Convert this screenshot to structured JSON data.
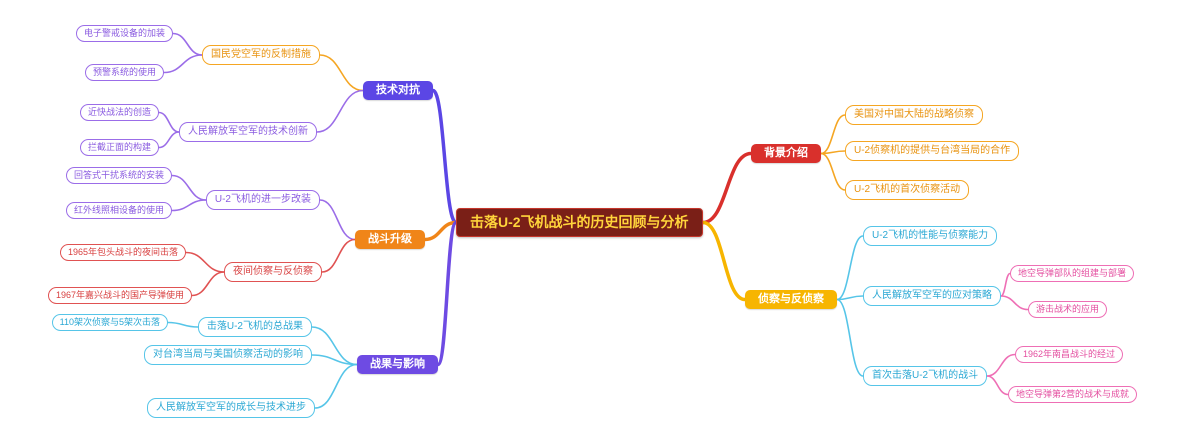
{
  "mindmap": {
    "root": {
      "label": "击落U-2飞机战斗的历史回顾与分析"
    },
    "left": [
      {
        "label": "技术对抗",
        "children": [
          {
            "label": "国民党空军的反制措施",
            "children": [
              {
                "label": "电子警戒设备的加装"
              },
              {
                "label": "预警系统的使用"
              }
            ]
          },
          {
            "label": "人民解放军空军的技术创新",
            "children": [
              {
                "label": "近快战法的创造"
              },
              {
                "label": "拦截正面的构建"
              }
            ]
          }
        ]
      },
      {
        "label": "战斗升级",
        "children": [
          {
            "label": "U-2飞机的进一步改装",
            "children": [
              {
                "label": "回答式干扰系统的安装"
              },
              {
                "label": "红外线照相设备的使用"
              }
            ]
          },
          {
            "label": "夜间侦察与反侦察",
            "children": [
              {
                "label": "1965年包头战斗的夜间击落"
              },
              {
                "label": "1967年嘉兴战斗的国产导弹使用"
              }
            ]
          }
        ]
      },
      {
        "label": "战果与影响",
        "children": [
          {
            "label": "击落U-2飞机的总战果",
            "children": [
              {
                "label": "110架次侦察与5架次击落"
              }
            ]
          },
          {
            "label": "对台湾当局与美国侦察活动的影响"
          },
          {
            "label": "人民解放军空军的成长与技术进步"
          }
        ]
      }
    ],
    "right": [
      {
        "label": "背景介绍",
        "children": [
          {
            "label": "美国对中国大陆的战略侦察"
          },
          {
            "label": "U-2侦察机的提供与台湾当局的合作"
          },
          {
            "label": "U-2飞机的首次侦察活动"
          }
        ]
      },
      {
        "label": "侦察与反侦察",
        "children": [
          {
            "label": "U-2飞机的性能与侦察能力"
          },
          {
            "label": "人民解放军空军的应对策略",
            "children": [
              {
                "label": "地空导弹部队的组建与部署"
              },
              {
                "label": "游击战术的应用"
              }
            ]
          },
          {
            "label": "首次击落U-2飞机的战斗",
            "children": [
              {
                "label": "1962年南昌战斗的经过"
              },
              {
                "label": "地空导弹第2营的战术与成就"
              }
            ]
          }
        ]
      }
    ],
    "palette": {
      "central_bg": "#7A1F17",
      "central_text": "#FFD43B",
      "branch_tech": "#5B46E5",
      "branch_battle": "#F08519",
      "branch_results": "#6E4BE3",
      "branch_background": "#D9302C",
      "branch_recon": "#F7B500",
      "accent_orange": "#F5A623",
      "accent_purple": "#9B6DE8",
      "accent_red": "#E05252",
      "accent_cyan": "#56C5E8",
      "accent_pink": "#EE6FB5"
    }
  }
}
